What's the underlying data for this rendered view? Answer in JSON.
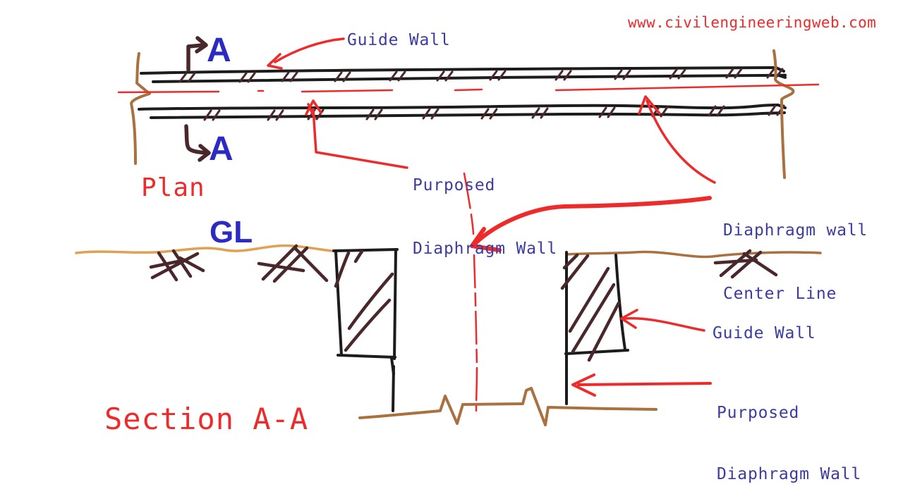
{
  "watermark": {
    "url_text": "www.civilengineeringweb.com"
  },
  "plan": {
    "title": "Plan",
    "section_marker_top": "A",
    "section_marker_bottom": "A",
    "labels": {
      "guide_wall": "Guide Wall",
      "purposed_line1": "Purposed",
      "purposed_line2": "Diaphragm Wall",
      "centerline_line1": "Diaphragm wall",
      "centerline_line2": "Center Line"
    }
  },
  "section": {
    "title": "Section A-A",
    "ground_level_label": "GL",
    "labels": {
      "guide_wall": "Guide Wall",
      "purposed_line1": "Purposed",
      "purposed_line2": "Diaphragm Wall"
    }
  },
  "colors": {
    "annotation_red": "#ee2b2b",
    "label_blue": "#3c3c9e",
    "letter_blue": "#2b2bc4",
    "ink_black": "#1c1c1c",
    "hatch_brown": "#4a272b",
    "earth_brown": "#a9713f",
    "ground_orange": "#e0a152"
  }
}
